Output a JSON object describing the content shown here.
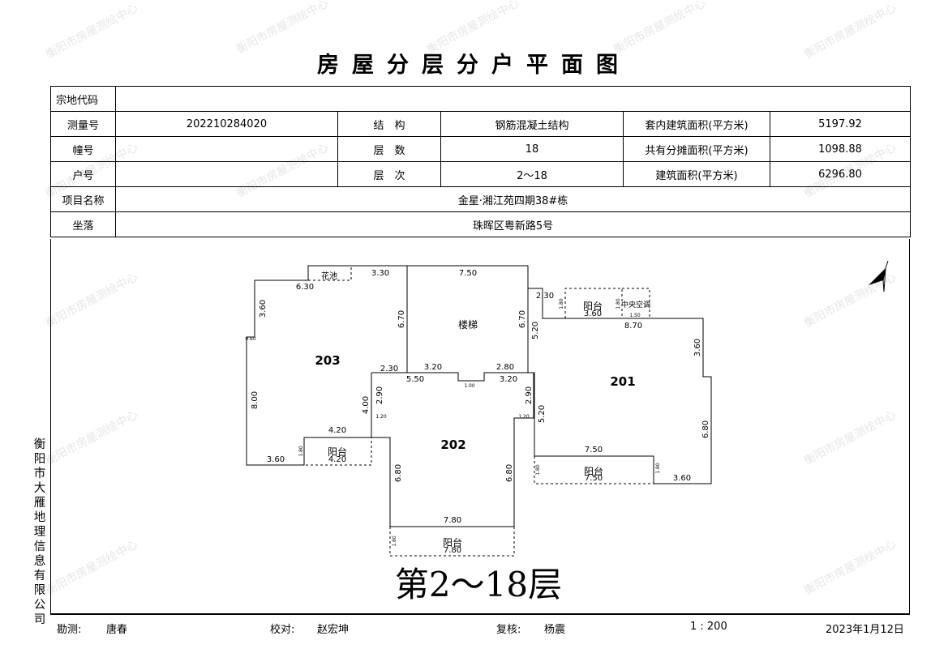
{
  "document": {
    "title": "房屋分层分户平面图",
    "watermark": "衡阳市房屋测绘中心",
    "organization": "衡阳市大雁地理信息有限公司"
  },
  "info_table": {
    "parcel_code_label": "宗地代码",
    "parcel_code": "",
    "survey_no_label": "测量号",
    "survey_no": "202210284020",
    "structure_label": "结　构",
    "structure": "钢筋混凝土结构",
    "inner_area_label": "套内建筑面积(平方米)",
    "inner_area": "5197.92",
    "building_no_label": "幢号",
    "building_no": "",
    "floors_label": "层　数",
    "floors": "18",
    "shared_area_label": "共有分摊面积(平方米)",
    "shared_area": "1098.88",
    "unit_no_label": "户号",
    "unit_no": "",
    "floor_range_label": "层　次",
    "floor_range": "2～18",
    "building_area_label": "建筑面积(平方米)",
    "building_area": "6296.80",
    "project_name_label": "项目名称",
    "project_name": "金星·湘江苑四期38#栋",
    "location_label": "坐落",
    "location": "珠晖区粤新路5号"
  },
  "plan": {
    "units": [
      "203",
      "202",
      "201"
    ],
    "labels": {
      "stairs": "楼梯",
      "balcony": "阳台",
      "planter": "花池",
      "ac": "中央空调"
    },
    "dims": {
      "d330": "3.30",
      "d750": "7.50",
      "d630": "6.30",
      "d360": "3.60",
      "d670": "6.70",
      "d230": "2.30",
      "d800": "8.00",
      "d400": "4.00",
      "d420": "4.20",
      "d320": "3.20",
      "d280": "2.80",
      "d550": "5.50",
      "d290": "2.90",
      "d520": "5.20",
      "d870": "8.70",
      "d680": "6.80",
      "d780": "7.80",
      "d180": "1.80",
      "d120": "1.20",
      "d060": "0.60",
      "d100": "1.00",
      "d150": "1.50"
    },
    "floor_label": "第2～18层"
  },
  "footer": {
    "surveyor_label": "勘测:",
    "surveyor": "唐春",
    "checker_label": "校对:",
    "checker": "赵宏坤",
    "reviewer_label": "复核:",
    "reviewer": "杨震",
    "scale": "1 : 200",
    "date": "2023年1月12日"
  }
}
